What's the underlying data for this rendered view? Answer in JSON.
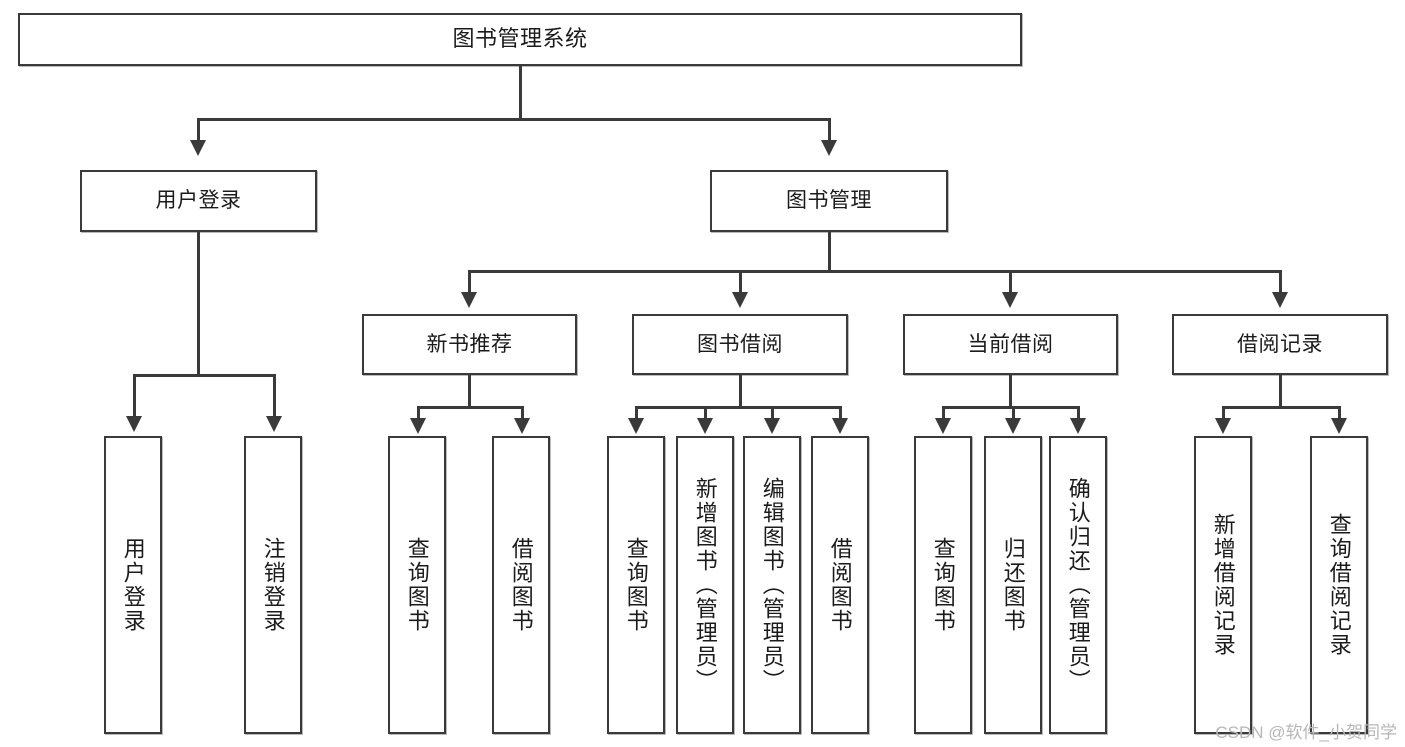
{
  "diagram": {
    "type": "tree",
    "title": "图书管理系统",
    "watermark": "CSDN @软件_小贺同学",
    "colors": {
      "box_border": "#3a3a3a",
      "box_fill": "#ffffff",
      "text": "#1b1b1b",
      "connector": "#3a3a3a",
      "watermark": "#b7b7b7",
      "background": "#ffffff"
    },
    "root": {
      "label": "图书管理系统"
    },
    "level2": [
      {
        "label": "用户登录"
      },
      {
        "label": "图书管理"
      }
    ],
    "level3": [
      {
        "label": "新书推荐"
      },
      {
        "label": "图书借阅"
      },
      {
        "label": "当前借阅"
      },
      {
        "label": "借阅记录"
      }
    ],
    "leaves": {
      "user_login": [
        {
          "label": "用户登录"
        },
        {
          "label": "注销登录"
        }
      ],
      "new_book_recommend": [
        {
          "label": "查询图书"
        },
        {
          "label": "借阅图书"
        }
      ],
      "book_borrow": [
        {
          "label": "查询图书"
        },
        {
          "label": "新增图书（管理员）"
        },
        {
          "label": "编辑图书（管理员）"
        },
        {
          "label": "借阅图书"
        }
      ],
      "current_borrow": [
        {
          "label": "查询图书"
        },
        {
          "label": "归还图书"
        },
        {
          "label": "确认归还（管理员）"
        }
      ],
      "borrow_record": [
        {
          "label": "新增借阅记录"
        },
        {
          "label": "查询借阅记录"
        }
      ]
    }
  }
}
